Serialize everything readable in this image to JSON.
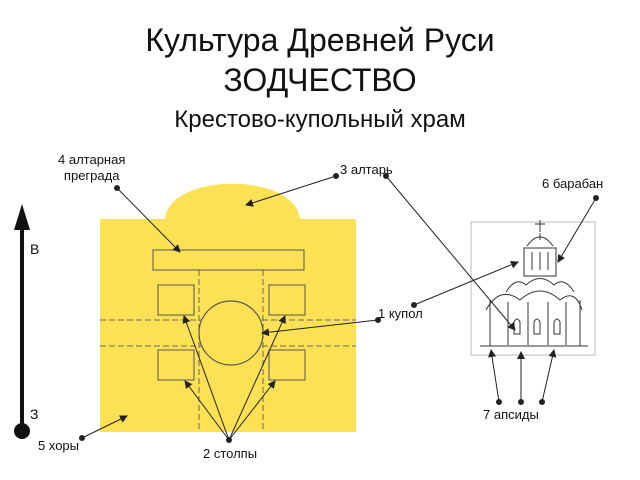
{
  "title": {
    "line1": "Культура Древней Руси",
    "line2": "ЗОДЧЕСТВО",
    "line3": "Крестово-купольный храм"
  },
  "compass": {
    "top": "В",
    "bottom": "З"
  },
  "labels": {
    "altar_barrier": "4 алтарная\nпреграда",
    "altar": "3 алтарь",
    "drum": "6 барабан",
    "dome": "1 купол",
    "apses": "7 апсиды",
    "choirs": "5 хоры",
    "pillars": "2 столпы"
  },
  "colors": {
    "plan_fill": "#fde154",
    "line": "#555555",
    "text": "#111111"
  }
}
